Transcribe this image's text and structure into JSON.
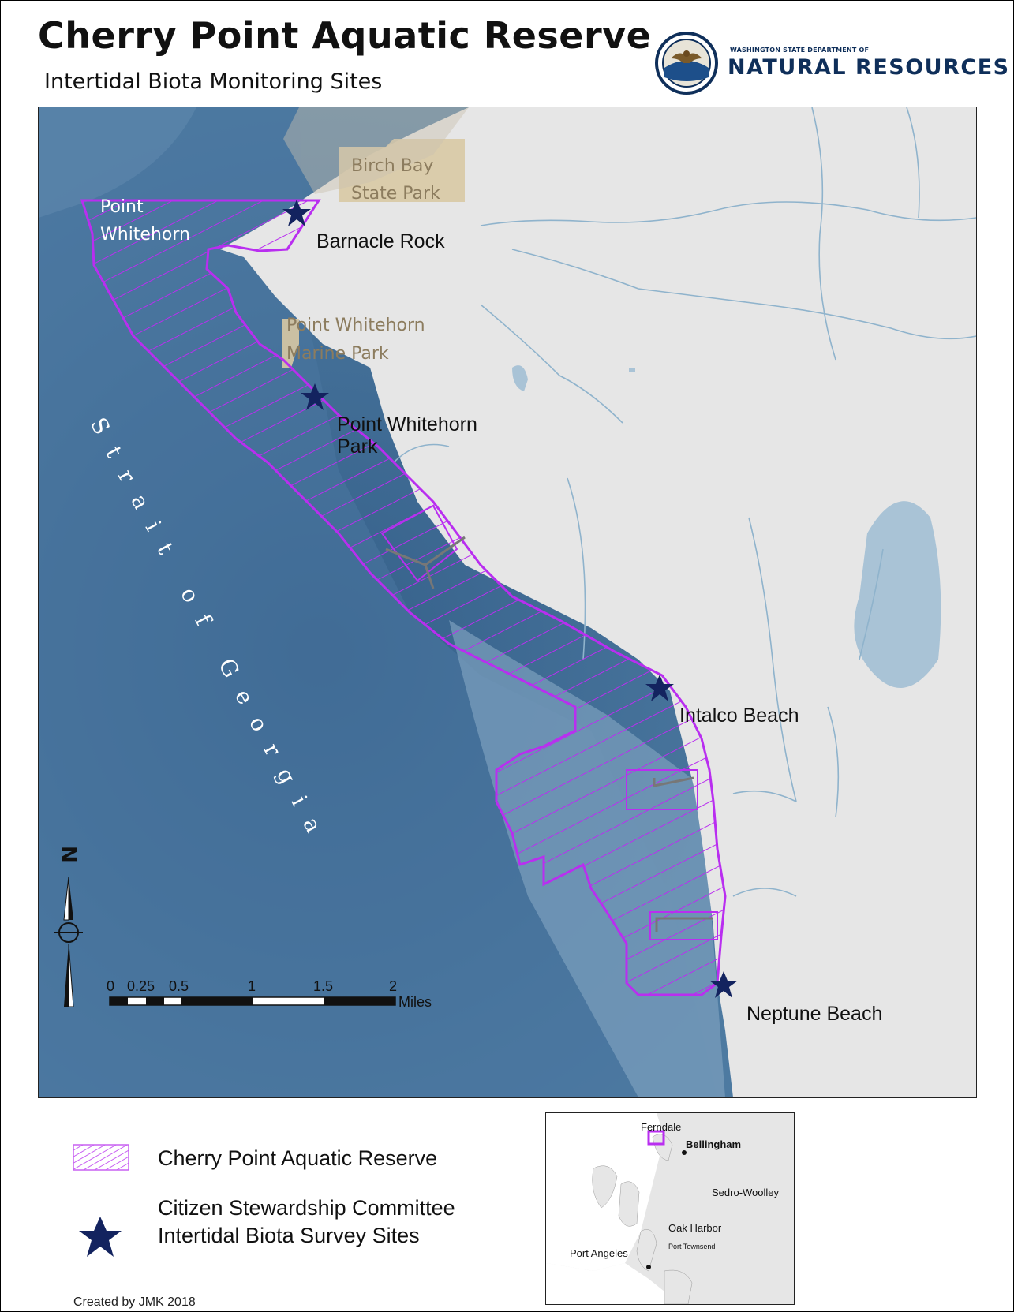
{
  "header": {
    "title": "Cherry Point Aquatic Reserve",
    "subtitle": "Intertidal Biota Monitoring Sites",
    "logo_small": "WASHINGTON STATE DEPARTMENT OF",
    "logo_big": "NATURAL RESOURCES"
  },
  "map": {
    "water_label": "Strait of Georgia",
    "places": {
      "point_whitehorn_1": "Point",
      "point_whitehorn_2": "Whitehorn",
      "birch_bay_1": "Birch Bay",
      "birch_bay_2": "State Park",
      "pw_marine_1": "Point Whitehorn",
      "pw_marine_2": "Marine Park"
    },
    "sites": {
      "barnacle": "Barnacle Rock",
      "pwpark_1": "Point Whitehorn",
      "pwpark_2": "Park",
      "intalco": "Intalco Beach",
      "neptune": "Neptune Beach"
    },
    "scale": {
      "t0": "0",
      "t1": "0.25",
      "t2": "0.5",
      "t3": "1",
      "t4": "1.5",
      "t5": "2",
      "unit": "Miles"
    },
    "north": "N"
  },
  "legend": {
    "reserve": "Cherry Point Aquatic Reserve",
    "sites_1": "Citizen Stewardship Committee",
    "sites_2": "Intertidal Biota Survey Sites"
  },
  "inset": {
    "ferndale": "Ferndale",
    "bellingham": "Bellingham",
    "sedro": "Sedro-Woolley",
    "oak": "Oak Harbor",
    "townsend": "Port Townsend",
    "angeles": "Port Angeles"
  },
  "credit": "Created by JMK 2018",
  "colors": {
    "reserve": "#b92ef0",
    "star": "#13235f",
    "land": "#e6e6e6",
    "park": "#d8c9a4",
    "water_deep": "#3f6a92",
    "water_shallow": "#a7c0d3"
  }
}
